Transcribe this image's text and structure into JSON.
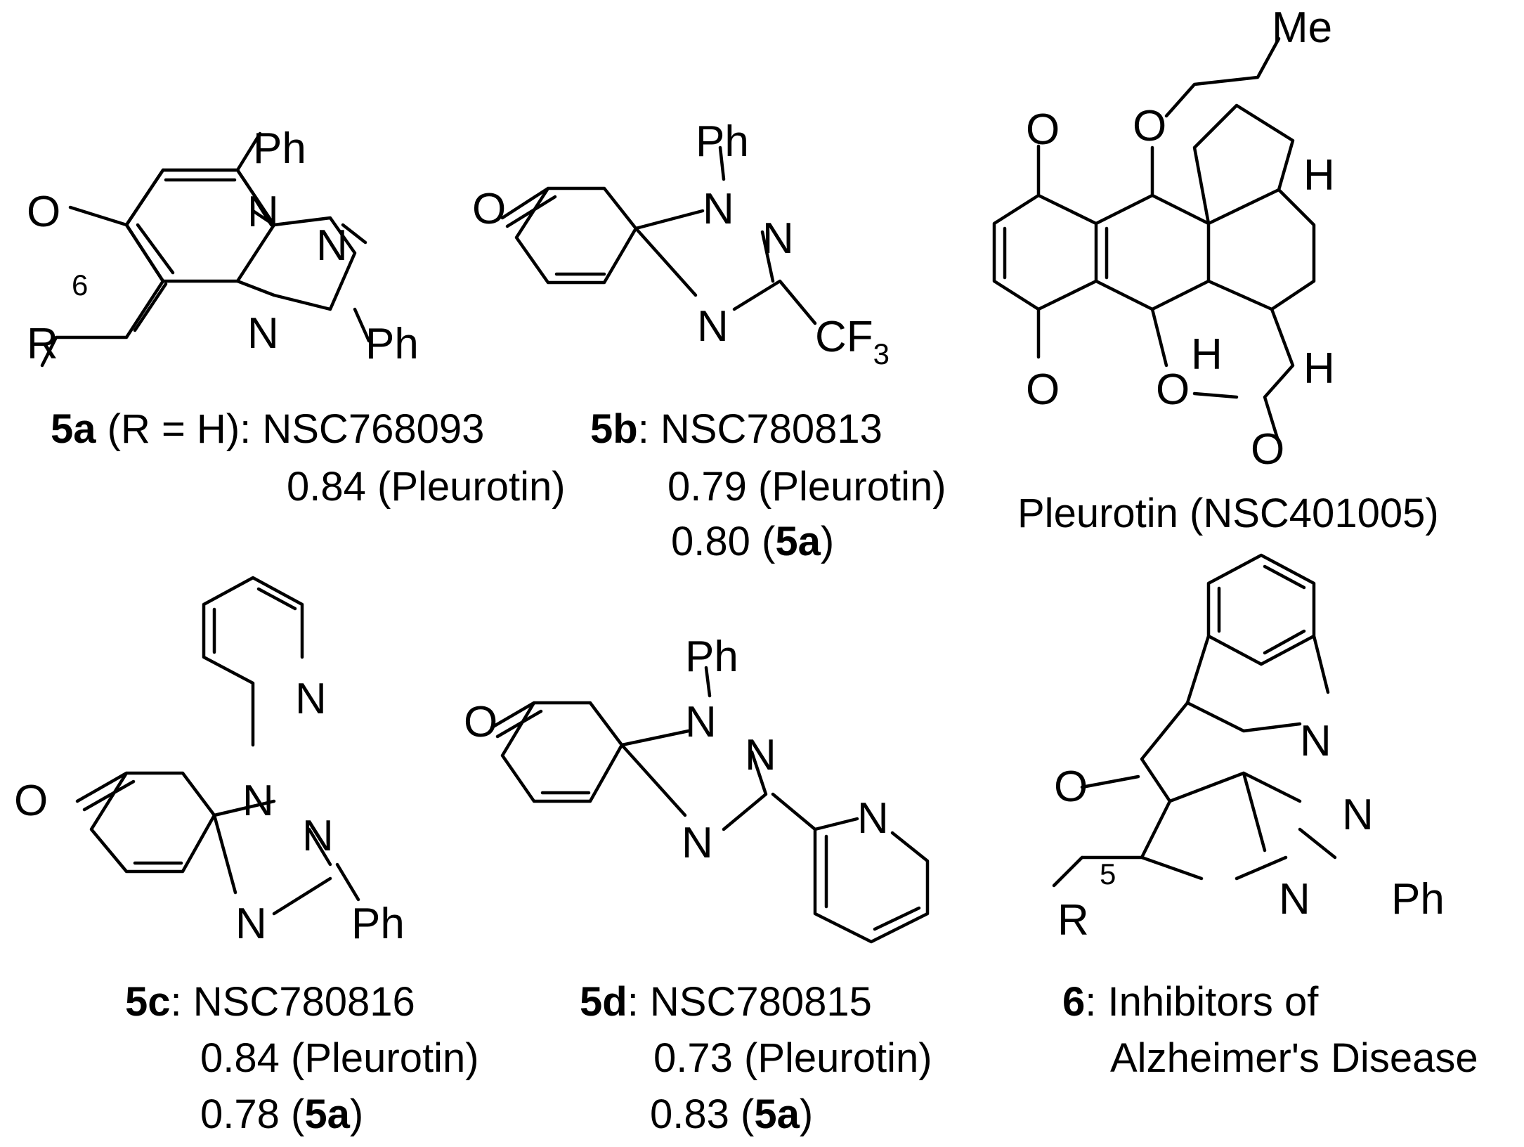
{
  "structures": [
    {
      "id": "5a",
      "atoms": {
        "ph_top": "Ph",
        "o": "O",
        "n1": "N",
        "n2": "N",
        "n4": "N",
        "ph_right": "Ph",
        "pos": "6",
        "r": "R"
      },
      "caption": {
        "label": "5a",
        "text1": " (R = H): NSC768093",
        "line2": "0.84 (Pleurotin)"
      }
    },
    {
      "id": "5b",
      "atoms": {
        "ph_top": "Ph",
        "o": "O",
        "n1": "N",
        "n2": "N",
        "n4": "N",
        "cf": "CF",
        "sub3": "3"
      },
      "caption": {
        "label": "5b",
        "text1": ": NSC780813",
        "line2": "0.79 (Pleurotin)",
        "line3_pre": "0.80 (",
        "line3_bold": "5a",
        "line3_post": ")"
      }
    },
    {
      "id": "pleurotin",
      "atoms": {
        "me": "Me",
        "o_top": "O",
        "o_ring": "O",
        "o_bottom": "O",
        "o_lact": "O",
        "o_carb": "O",
        "h1": "H",
        "h2": "H",
        "h3": "H"
      },
      "caption": {
        "text": "Pleurotin (NSC401005)"
      }
    },
    {
      "id": "5c",
      "atoms": {
        "n_pyr": "N",
        "o": "O",
        "n1": "N",
        "n2": "N",
        "n4": "N",
        "ph_right": "Ph"
      },
      "caption": {
        "label": "5c",
        "text1": ": NSC780816",
        "line2": "0.84 (Pleurotin)",
        "line3_pre": "0.78 (",
        "line3_bold": "5a",
        "line3_post": ")"
      }
    },
    {
      "id": "5d",
      "atoms": {
        "ph_top": "Ph",
        "o": "O",
        "n1": "N",
        "n2": "N",
        "n4": "N",
        "n_pyr": "N"
      },
      "caption": {
        "label": "5d",
        "text1": ": NSC780815",
        "line2": "0.73 (Pleurotin)",
        "line3_pre": "0.83 (",
        "line3_bold": "5a",
        "line3_post": ")"
      }
    },
    {
      "id": "6",
      "atoms": {
        "o": "O",
        "n_ind": "N",
        "n2": "N",
        "n4": "N",
        "ph_right": "Ph",
        "pos": "5",
        "r": "R"
      },
      "caption": {
        "label": "6",
        "text1": ": Inhibitors of",
        "line2": "Alzheimer's Disease"
      }
    }
  ]
}
